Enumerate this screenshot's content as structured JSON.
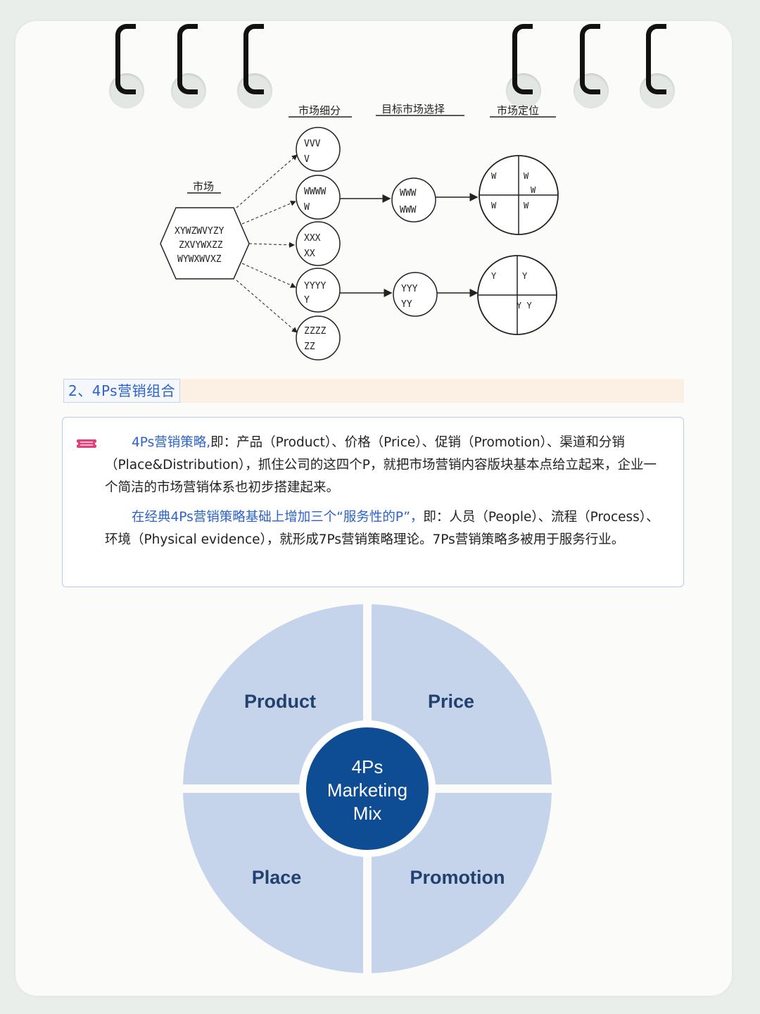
{
  "segmentation_diagram": {
    "stage_labels": [
      "市场细分",
      "目标市场选择",
      "市场定位"
    ],
    "market_label": "市场",
    "market_lines": [
      "XYWZWVYZY",
      "ZXVYWXZZ",
      "WYWXWVXZ"
    ],
    "segments": [
      {
        "line1": "VVV",
        "line2": "V"
      },
      {
        "line1": "WWWW",
        "line2": "W"
      },
      {
        "line1": "XXX",
        "line2": "XX"
      },
      {
        "line1": "YYYY",
        "line2": "Y"
      },
      {
        "line1": "ZZZZ",
        "line2": "ZZ"
      }
    ],
    "targets": [
      {
        "line1": "WWW",
        "line2": "WWW"
      },
      {
        "line1": "YYY",
        "line2": "YY"
      }
    ],
    "positioning": [
      {
        "q1": "W",
        "q2": "W",
        "q2b": "W",
        "q3": "W",
        "q4": "W"
      },
      {
        "q1": "Y",
        "q2": "Y",
        "q4": "Y Y"
      }
    ]
  },
  "section": {
    "title": "2、4Ps营销组合"
  },
  "card": {
    "p1_highlight": "4Ps营销策略,",
    "p1_text": "即：产品（Product）、价格（Price）、促销（Promotion）、渠道和分销（Place&Distribution），抓住公司的这四个P，就把市场营销内容版块基本点给立起来，企业一个简洁的市场营销体系也初步搭建起来。",
    "p2_highlight": "在经典4Ps营销策略基础上增加三个“服务性的P”，",
    "p2_text": "即：人员（People）、流程（Process）、环境（Physical evidence），就形成7Ps营销策略理论。7Ps营销策略多被用于服务行业。"
  },
  "marketing_mix": {
    "center_lines": [
      "4Ps",
      "Marketing",
      "Mix"
    ],
    "quadrants": [
      "Product",
      "Price",
      "Place",
      "Promotion"
    ],
    "colors": {
      "quadrant": "#c5d4ea",
      "center": "#0e4c94",
      "label": "#22416e"
    }
  },
  "colors": {
    "accent_blue": "#2c63c9",
    "section_bg": "#fcefe3",
    "card_border": "#b9cbe6",
    "icon_pink": "#e0417a"
  },
  "icons": [
    "spiral-binding-ring",
    "ticket-icon"
  ]
}
